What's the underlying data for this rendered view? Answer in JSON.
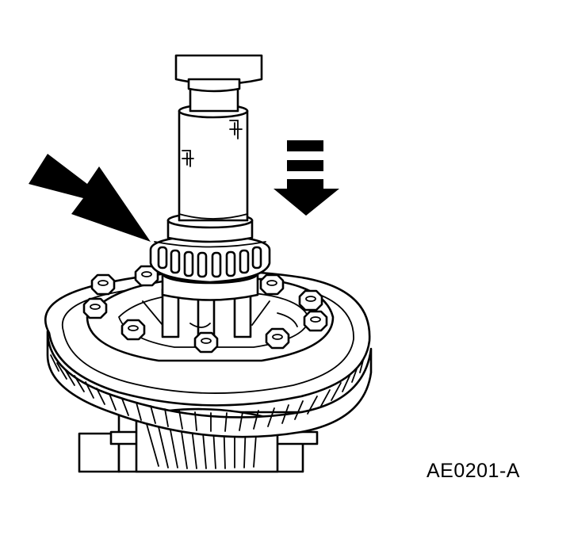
{
  "figure": {
    "id_label": "AE0201-A"
  },
  "colors": {
    "ink": "#000000",
    "paper": "#ffffff"
  },
  "icons": {
    "force_arrow": "diagonal-pointer-arrow",
    "press_direction": "down-arrow-with-bars"
  }
}
